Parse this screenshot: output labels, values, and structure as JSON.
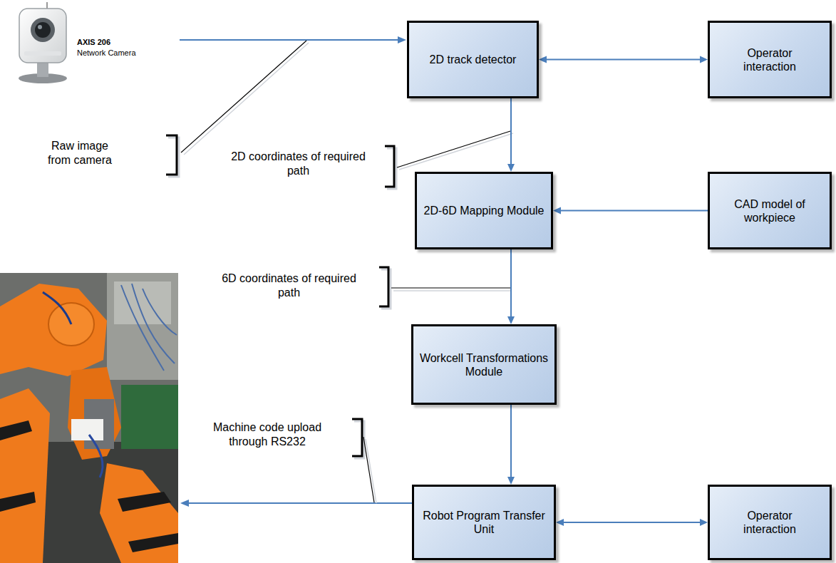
{
  "diagram": {
    "nodes": [
      {
        "text": [
          "2D track detector"
        ]
      },
      {
        "text": [
          "Operator interaction"
        ]
      },
      {
        "text": [
          "2D-6D Mapping Module"
        ]
      },
      {
        "text": [
          "CAD model of workpiece"
        ]
      },
      {
        "text": [
          "Workcell Transformations Module"
        ]
      },
      {
        "text": [
          "Robot Program Transfer Unit"
        ]
      },
      {
        "text": [
          "Operator interaction"
        ]
      }
    ],
    "edges": [
      {
        "from": 0,
        "to": 1,
        "arrow": "both"
      },
      {
        "from": 0,
        "to": 2,
        "arrow": "to"
      },
      {
        "from": 3,
        "to": 2,
        "arrow": "to"
      },
      {
        "from": 2,
        "to": 4,
        "arrow": "to"
      },
      {
        "from": 4,
        "to": 5,
        "arrow": "to"
      },
      {
        "from": 5,
        "to": 6,
        "arrow": "both"
      }
    ],
    "labels": [
      "AXIS 206",
      "Network Camera",
      "Raw image from camera",
      "2D coordinates of required path",
      "6D coordinates of required path",
      "Machine code upload through RS232"
    ]
  }
}
